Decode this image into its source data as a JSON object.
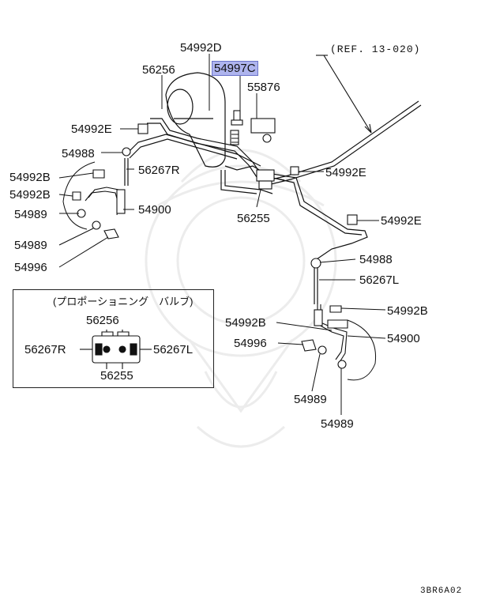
{
  "reference": "(REF. 13-020)",
  "diagram_code": "3BR6A02",
  "highlighted_part": "54997C",
  "labels": {
    "p54992D": "54992D",
    "p54997C": "54997C",
    "p56256_top": "56256",
    "p55876": "55876",
    "p54992E_left": "54992E",
    "p54988_left": "54988",
    "p54992B_a": "54992B",
    "p56267R": "56267R",
    "p54992B_b": "54992B",
    "p54900_left": "54900",
    "p54989_a": "54989",
    "p54989_b": "54989",
    "p54996_left": "54996",
    "p54992E_mid": "54992E",
    "p56255_top": "56255",
    "p54992E_right": "54992E",
    "p54988_right": "54988",
    "p56267L": "56267L",
    "p54992B_right": "54992B",
    "p54992B_mid": "54992B",
    "p54900_right": "54900",
    "p54996_right": "54996",
    "p54989_c": "54989",
    "p54989_d": "54989"
  },
  "inset": {
    "title": "(プロポーショニング　バルブ)",
    "p56256": "56256",
    "p56267R": "56267R",
    "p56267L": "56267L",
    "p56255": "56255"
  }
}
